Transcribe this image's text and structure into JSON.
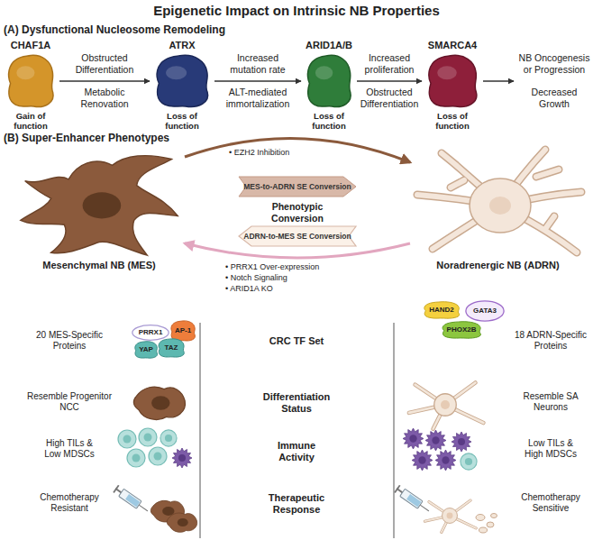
{
  "diagram": {
    "title": "Epigenetic Impact on Intrinsic NB Properties",
    "nodes": [
      {
        "text": [
          "CHAF1A",
          "Gain of function"
        ]
      },
      {
        "text": [
          "ATRX",
          "Loss of function"
        ]
      },
      {
        "text": [
          "ARID1A/B",
          "Loss of function"
        ]
      },
      {
        "text": [
          "SMARCA4",
          "Loss of function"
        ]
      },
      {
        "text": [
          "Mesenchymal NB (MES)"
        ]
      },
      {
        "text": [
          "MES-to-ADRN SE Conversion"
        ]
      },
      {
        "text": [
          "ADRN-to-MES SE Conversion"
        ]
      },
      {
        "text": [
          "Noradrenergic NB (ADRN)"
        ]
      },
      {
        "text": [
          "PRRX1"
        ]
      },
      {
        "text": [
          "AP-1"
        ]
      },
      {
        "text": [
          "YAP"
        ]
      },
      {
        "text": [
          "TAZ"
        ]
      },
      {
        "text": [
          "HAND2"
        ]
      },
      {
        "text": [
          "GATA3"
        ]
      },
      {
        "text": [
          "PHOX2B"
        ]
      }
    ],
    "edges": [
      {
        "from": 0,
        "to": 1,
        "arrow": "to"
      },
      {
        "from": 1,
        "to": 2,
        "arrow": "to"
      },
      {
        "from": 2,
        "to": 3,
        "arrow": "to"
      },
      {
        "from": 4,
        "to": 7,
        "arrow": "to"
      },
      {
        "from": 7,
        "to": 4,
        "arrow": "to"
      }
    ],
    "labels": [
      "(A) Dysfunctional Nucleosome Remodeling",
      "Obstructed Differentiation",
      "Metabolic Renovation",
      "Increased mutation rate",
      "ALT-mediated immortalization",
      "Increased proliferation",
      "Obstructed Differentiation",
      "NB Oncogenesis or Progression",
      "Decreased Growth",
      "(B) Super-Enhancer Phenotypes",
      "• EZH2 Inhibition",
      "Phenotypic Conversion",
      "• PRRX1 Over-expression",
      "• Notch Signaling",
      "• ARID1A KO",
      "20 MES-Specific Proteins",
      "CRC TF Set",
      "18 ADRN-Specific Proteins",
      "Resemble Progenitor NCC",
      "Differentiation Status",
      "Resemble SA Neurons",
      "High TILs & Low MDSCs",
      "Immune Activity",
      "Low TILs & High MDSCs",
      "Chemotherapy Resistant",
      "Therapeutic Response",
      "Chemotherapy Sensitive"
    ]
  }
}
